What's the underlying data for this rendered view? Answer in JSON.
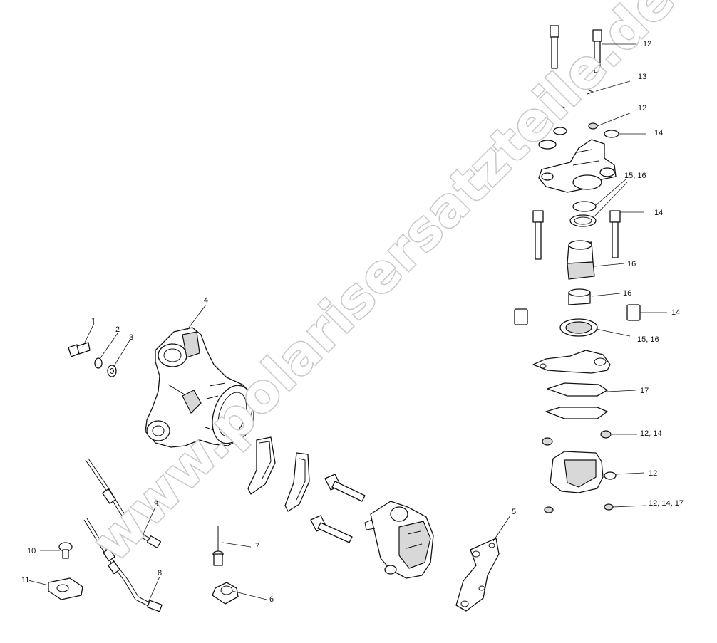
{
  "watermark": "www.polarisersatzteile.de",
  "callouts": {
    "c1": "1",
    "c2": "2",
    "c3": "3",
    "c4": "4",
    "c5": "5",
    "c6": "6",
    "c7": "7",
    "c8": "8",
    "c9": "9",
    "c10": "10",
    "c11": "11",
    "c12a": "12",
    "c13": "13",
    "c12b": "12",
    "c14a": "14",
    "c1516a": "15,  16",
    "c14b": "14",
    "c16a": "16",
    "c16b": "16",
    "c14c": "14",
    "c1516b": "15,    16",
    "c17": "17",
    "c1214a": "12,  14",
    "c12c": "12",
    "c121417": "12,     14,   17"
  }
}
